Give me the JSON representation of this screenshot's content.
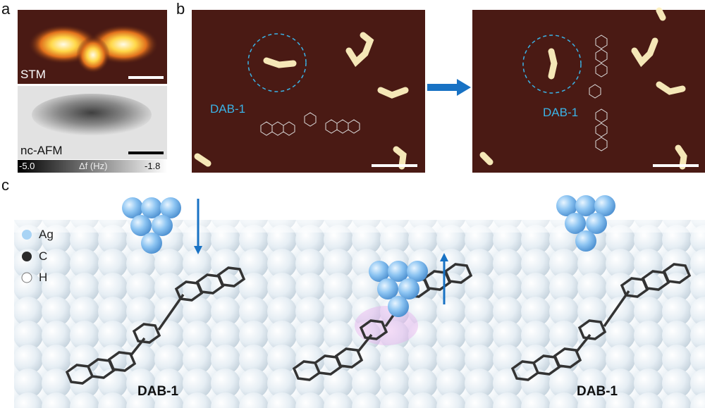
{
  "panels": {
    "a": {
      "label": "a",
      "stm_label": "STM",
      "afm_label": "nc-AFM",
      "colorbar": {
        "min": "-5.0",
        "max": "-1.8",
        "title": "Δf (Hz)"
      }
    },
    "b": {
      "label": "b",
      "molecule_left": "DAB-1",
      "molecule_right": "DAB-1"
    },
    "c": {
      "label": "c",
      "legend": [
        {
          "label": "Ag",
          "color": "#a9d4f5"
        },
        {
          "label": "C",
          "color": "#2b2b2b"
        },
        {
          "label": "H",
          "color": "#ffffff"
        }
      ],
      "labels": [
        "DAB-1",
        "DAB-1"
      ]
    }
  },
  "colors": {
    "arrow": "#1872c4",
    "cyan": "#3bb3e6",
    "stm_bg": "#4a1a14"
  }
}
